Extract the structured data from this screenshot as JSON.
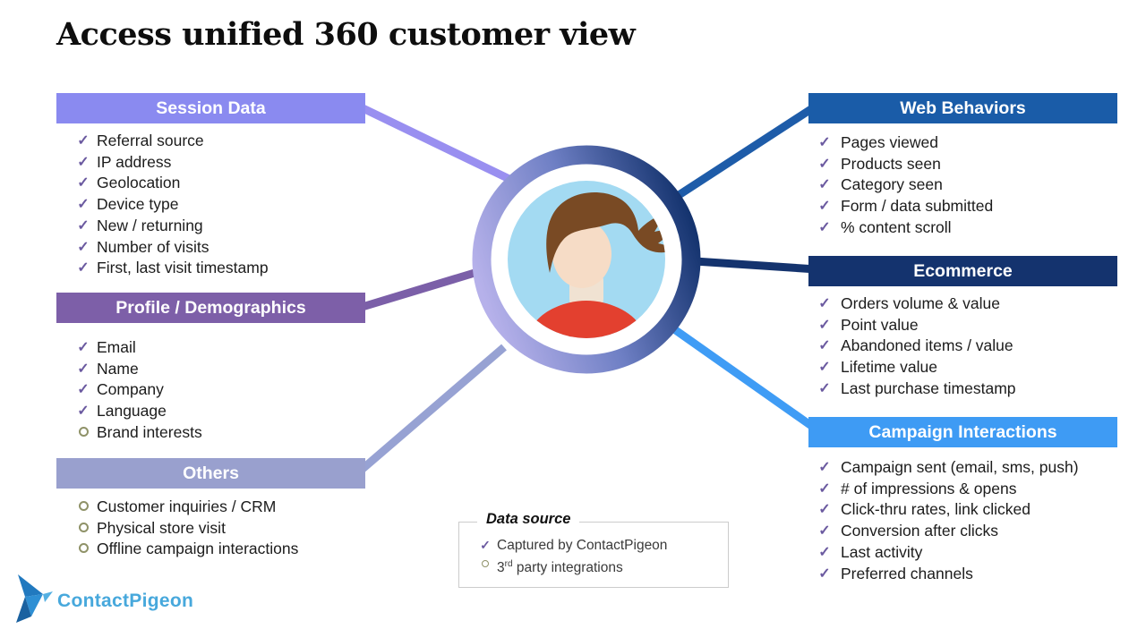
{
  "title": "Access unified 360 customer view",
  "icons": {
    "check": "✓",
    "circle": "○",
    "logo_bird": "origami-pigeon"
  },
  "colors": {
    "session": "#8a8af0",
    "profile": "#7d5fa8",
    "others": "#99a0ce",
    "web_behaviors": "#1a5ca8",
    "ecommerce": "#14336e",
    "campaign": "#3e9bf4",
    "check_mark": "#6b5aa0",
    "circle_mark": "#8f9268",
    "ring_gradient_start": "#b6b1ea",
    "ring_gradient_end": "#14336e",
    "avatar_bg": "#a3daf2",
    "avatar_shirt": "#e3402f",
    "avatar_hair": "#794a24",
    "logo_text": "#47a8dc"
  },
  "sections": [
    {
      "title": "Session Data",
      "items": [
        {
          "bullet": "check",
          "text": "Referral source"
        },
        {
          "bullet": "check",
          "text": "IP address"
        },
        {
          "bullet": "check",
          "text": "Geolocation"
        },
        {
          "bullet": "check",
          "text": "Device type"
        },
        {
          "bullet": "check",
          "text": "New / returning"
        },
        {
          "bullet": "check",
          "text": "Number of visits"
        },
        {
          "bullet": "check",
          "text": "First, last visit timestamp"
        }
      ]
    },
    {
      "title": "Profile / Demographics",
      "items": [
        {
          "bullet": "check",
          "text": "Email"
        },
        {
          "bullet": "check",
          "text": "Name"
        },
        {
          "bullet": "check",
          "text": "Company"
        },
        {
          "bullet": "check",
          "text": "Language"
        },
        {
          "bullet": "circle",
          "text": "Brand interests"
        }
      ]
    },
    {
      "title": "Others",
      "items": [
        {
          "bullet": "circle",
          "text": "Customer inquiries / CRM"
        },
        {
          "bullet": "circle",
          "text": "Physical store visit"
        },
        {
          "bullet": "circle",
          "text": "Offline campaign interactions"
        }
      ]
    },
    {
      "title": "Web Behaviors",
      "items": [
        {
          "bullet": "check",
          "text": "Pages viewed"
        },
        {
          "bullet": "check",
          "text": "Products seen"
        },
        {
          "bullet": "check",
          "text": "Category seen"
        },
        {
          "bullet": "check",
          "text": "Form / data submitted"
        },
        {
          "bullet": "check",
          "text": "% content scroll"
        }
      ]
    },
    {
      "title": "Ecommerce",
      "items": [
        {
          "bullet": "check",
          "text": "Orders volume & value"
        },
        {
          "bullet": "check",
          "text": "Point value"
        },
        {
          "bullet": "check",
          "text": "Abandoned items / value"
        },
        {
          "bullet": "check",
          "text": "Lifetime value"
        },
        {
          "bullet": "check",
          "text": "Last purchase timestamp"
        }
      ]
    },
    {
      "title": "Campaign Interactions",
      "items": [
        {
          "bullet": "check",
          "text": "Campaign sent (email, sms, push)"
        },
        {
          "bullet": "check",
          "text": "# of impressions & opens"
        },
        {
          "bullet": "check",
          "text": "Click-thru rates, link clicked"
        },
        {
          "bullet": "check",
          "text": "Conversion after clicks"
        },
        {
          "bullet": "check",
          "text": "Last activity"
        },
        {
          "bullet": "check",
          "text": "Preferred channels"
        }
      ]
    }
  ],
  "data_source": {
    "title": "Data source",
    "item1": {
      "bullet": "check",
      "text": "Captured by ContactPigeon"
    },
    "item2": {
      "bullet": "circle",
      "pre": "3",
      "sup": "rd",
      "post": " party integrations"
    }
  },
  "logo": {
    "text": "ContactPigeon"
  }
}
